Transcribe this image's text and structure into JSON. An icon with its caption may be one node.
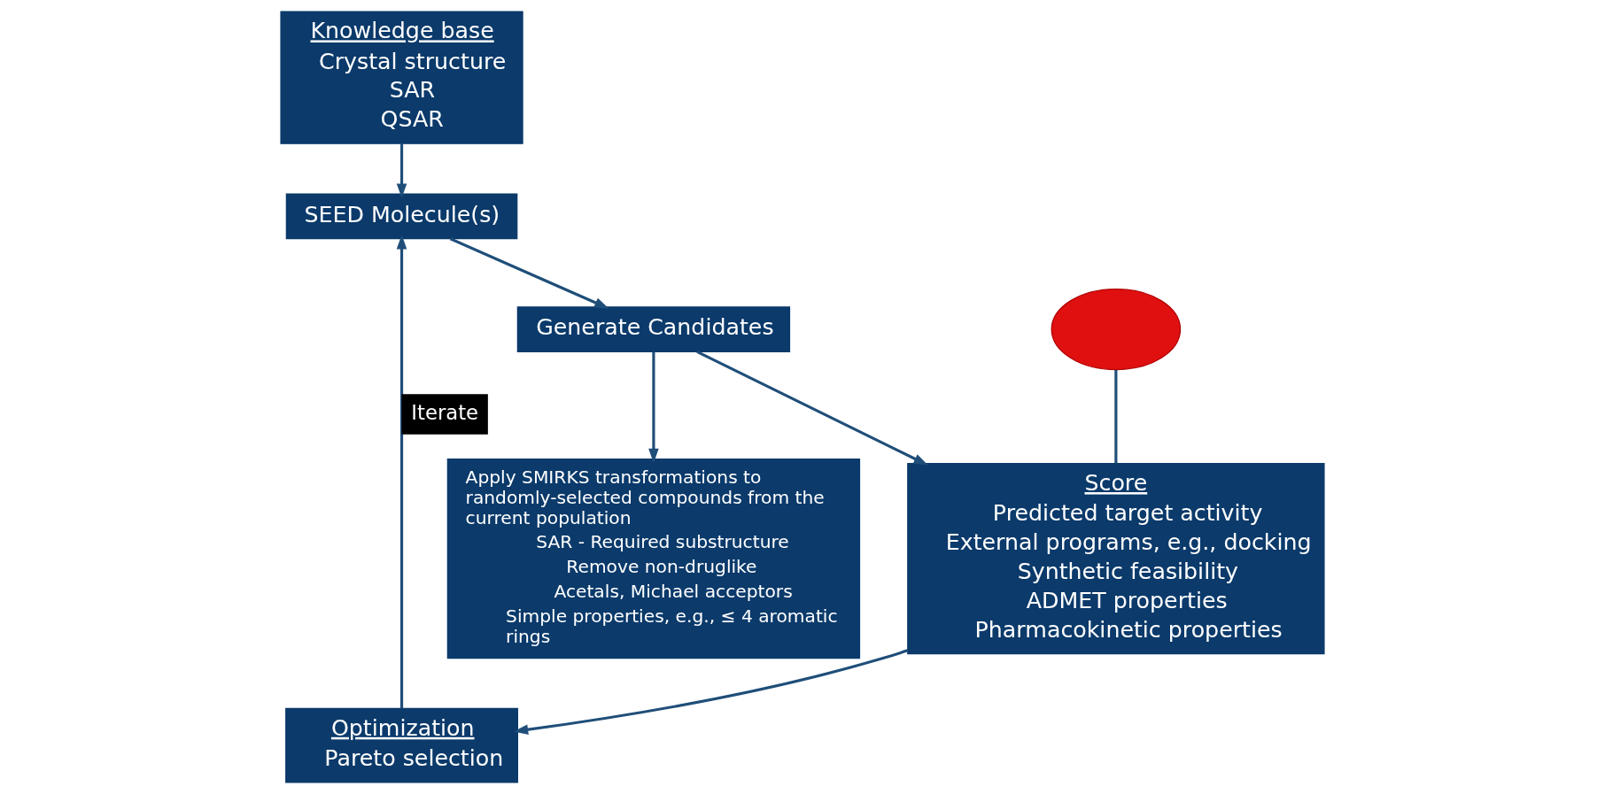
{
  "diagram": {
    "nodes": [
      {
        "text": [
          "Knowledge base",
          "Crystal structure",
          "SAR",
          "QSAR"
        ]
      },
      {
        "text": [
          "SEED Molecule(s)"
        ]
      },
      {
        "text": [
          "Generate Candidates"
        ]
      },
      {
        "text": [
          "Apply SMIRKS transformations to randomly-selected compounds from the current population",
          "SAR - Required substructure",
          "Remove non-druglike",
          "Acetals, Michael acceptors",
          "Simple properties, e.g., ≤ 4 aromatic rings"
        ]
      },
      {
        "text": [
          "Optimization",
          "Pareto selection"
        ]
      },
      {
        "text": [
          "Score",
          "Predicted target activity",
          "External programs, e.g., docking",
          "Synthetic feasibility",
          "ADMET properties",
          "Pharmacokinetic properties"
        ]
      },
      {
        "text": [],
        "shape": "ellipse"
      }
    ],
    "edges": [
      {
        "from": 0,
        "to": 1,
        "arrow": "to"
      },
      {
        "from": 4,
        "to": 1,
        "arrow": "to",
        "label": "Iterate"
      },
      {
        "from": 1,
        "to": 2,
        "arrow": "to"
      },
      {
        "from": 2,
        "to": 5,
        "arrow": "to"
      },
      {
        "from": 2,
        "to": 3,
        "arrow": "to"
      },
      {
        "from": 5,
        "to": 4,
        "arrow": "to"
      },
      {
        "from": 6,
        "to": 5,
        "arrow": "none"
      }
    ]
  }
}
